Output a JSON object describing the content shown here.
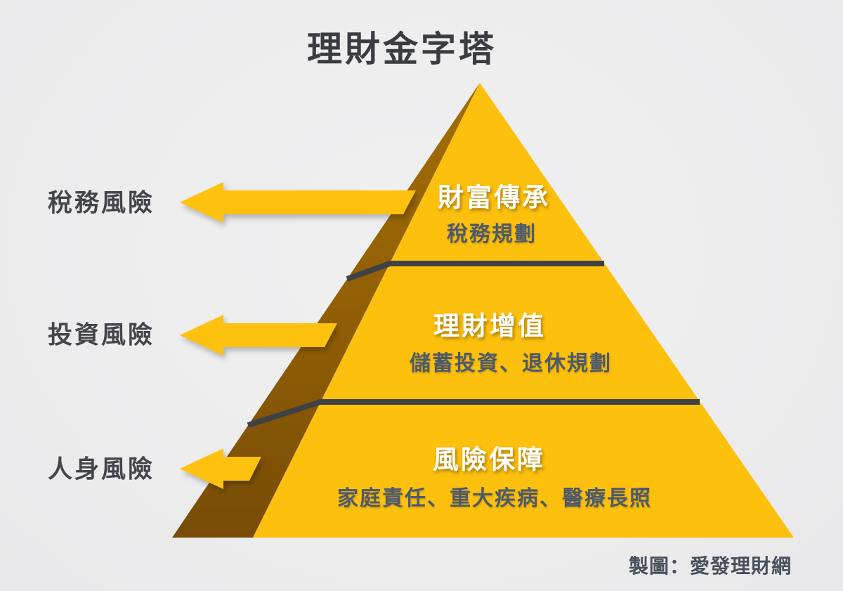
{
  "title": "理財金字塔",
  "pyramid": {
    "tiers": [
      {
        "id": "top",
        "title": "財富傳承",
        "subtitle": "稅務規劃"
      },
      {
        "id": "middle",
        "title": "理財增值",
        "subtitle": "儲蓄投資、退休規劃"
      },
      {
        "id": "bottom",
        "title": "風險保障",
        "subtitle": "家庭責任、重大疾病、醫療長照"
      }
    ]
  },
  "risk_labels": [
    {
      "label": "稅務風險"
    },
    {
      "label": "投資風險"
    },
    {
      "label": "人身風險"
    }
  ],
  "credit": "製圖：愛發理財網",
  "colors": {
    "background": "#EDEDEE",
    "pyramid_front": "#FDC10D",
    "pyramid_side_top": "#A26D05",
    "pyramid_side_bottom": "#784C07",
    "arrow": "#FEC107",
    "divider": "#3F4245",
    "title_text": "#3B3C41",
    "tier_title_text": "#FFFFFF",
    "tier_subtitle_text": "#4E5A6C",
    "risk_label_text": "#44454B",
    "credit_text": "#49505C"
  }
}
